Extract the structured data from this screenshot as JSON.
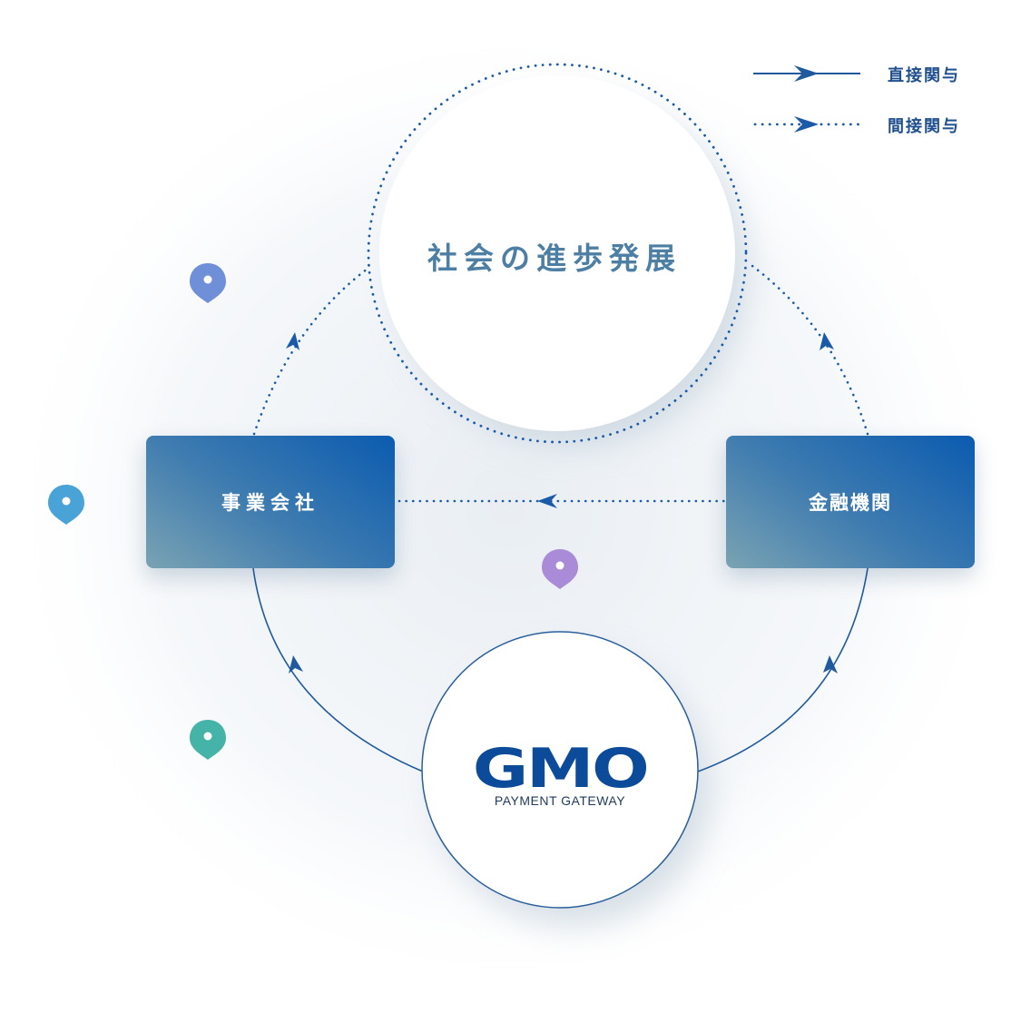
{
  "legend": {
    "direct_label": "直接関与",
    "indirect_label": "間接関与"
  },
  "nodes": {
    "top_circle": "社会の進歩発展",
    "left_box": "事業会社",
    "right_box": "金融機関",
    "bottom_logo": "GMO",
    "bottom_logo_sub": "PAYMENT GATEWAY"
  },
  "colors": {
    "line": "#1f5a9e",
    "dotted": "#1a5aa8",
    "pin_blue_violet": "#6f8fd8",
    "pin_sky": "#4aa3d6",
    "pin_purple": "#a98bd8",
    "pin_teal": "#45b3a8"
  },
  "pins": [
    {
      "name": "map-pin-blue-violet-icon",
      "color": "#6f8fd8"
    },
    {
      "name": "map-pin-sky-icon",
      "color": "#4aa3d6"
    },
    {
      "name": "map-pin-purple-icon",
      "color": "#a98bd8"
    },
    {
      "name": "map-pin-teal-icon",
      "color": "#45b3a8"
    }
  ]
}
